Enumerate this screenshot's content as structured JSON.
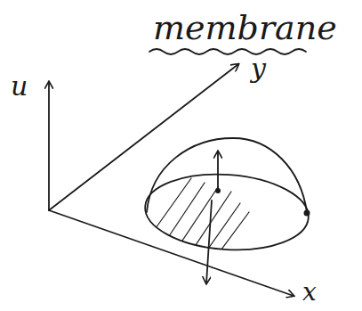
{
  "diagram": {
    "title": "membrane",
    "labels": [
      "u",
      "y",
      "x"
    ]
  }
}
